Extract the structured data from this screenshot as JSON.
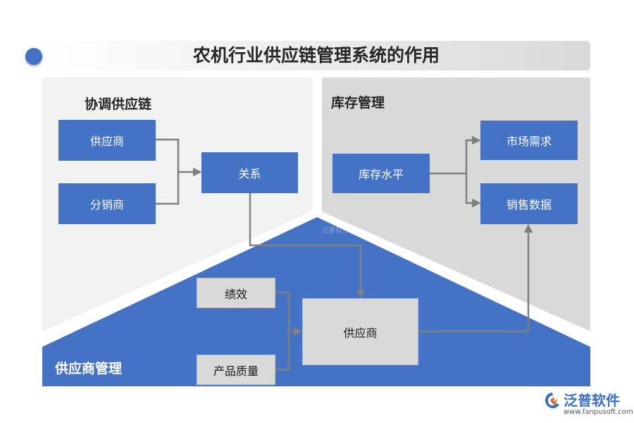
{
  "title": "农机行业供应链管理系统的作用",
  "sections": {
    "coordinate": {
      "title": "协调供应链",
      "boxes": {
        "supplier": "供应商",
        "distributor": "分销商",
        "relation": "关系"
      }
    },
    "inventory": {
      "title": "库存管理",
      "boxes": {
        "inventory_level": "库存水平",
        "market_demand": "市场需求",
        "sales_data": "销售数据"
      }
    },
    "supplier_management": {
      "title": "供应商管理",
      "boxes": {
        "performance": "绩效",
        "quality": "产品质量",
        "supplier": "供应商"
      }
    }
  },
  "watermark": "泛普软件",
  "logo": {
    "name": "泛普软件",
    "url": "www.fanpusoft.com"
  },
  "colors": {
    "accent_blue": "#4472c4",
    "panel_gray": "#d9d9d9",
    "panel_light_gray": "#f2f2f2",
    "connector_gray": "#808080",
    "logo_orange": "#e8632b"
  },
  "icons": {
    "title_marker": "circle-bullet",
    "logo": "fanpu-logo-icon"
  }
}
